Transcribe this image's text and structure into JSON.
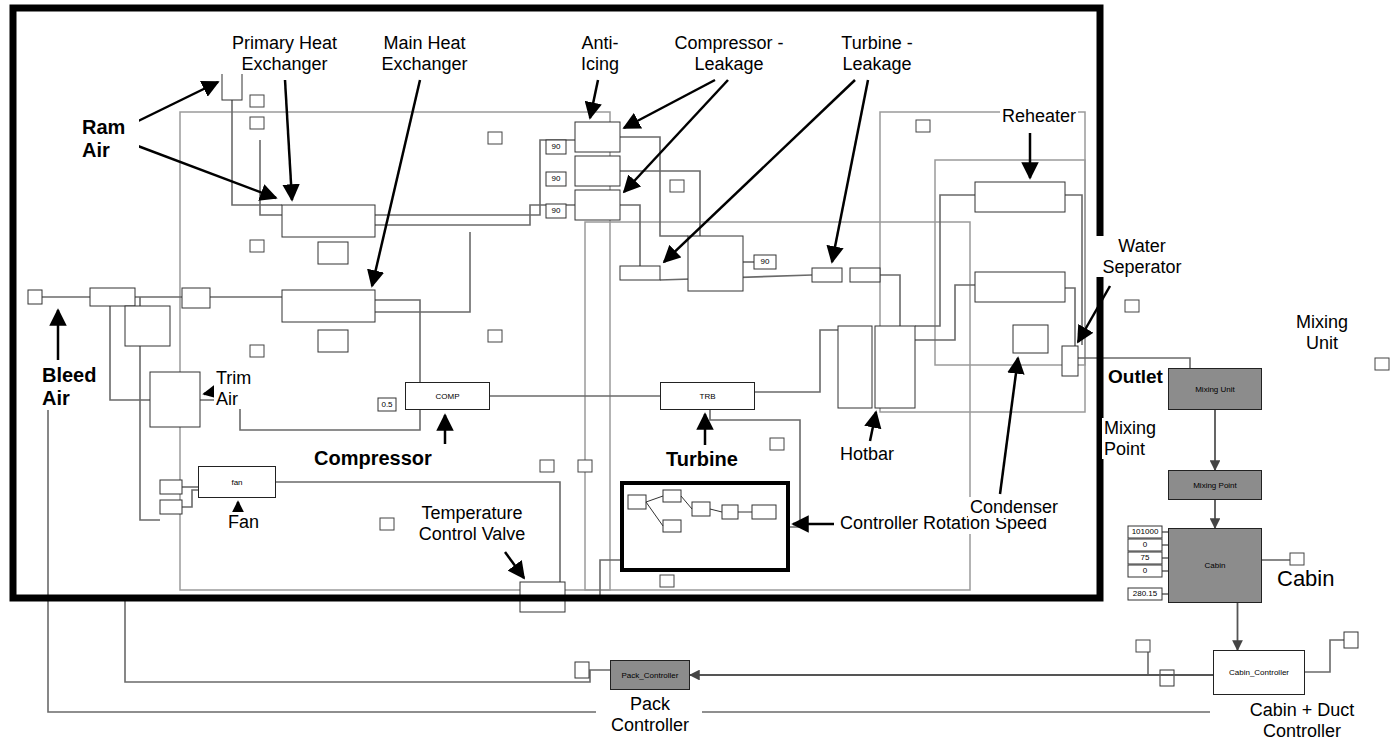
{
  "diagram": {
    "nodes": [
      {
        "text": [
          "COMP"
        ]
      },
      {
        "text": [
          "TRB"
        ]
      },
      {
        "text": [
          "fan"
        ]
      },
      {
        "text": [
          "Mixing Unit"
        ]
      },
      {
        "text": [
          "Mixing Point"
        ]
      },
      {
        "text": [
          "Cabin"
        ]
      },
      {
        "text": [
          "Pack_Controller"
        ]
      },
      {
        "text": [
          "Cabin_Controller"
        ]
      }
    ],
    "edges": [
      {
        "from": 3,
        "to": 4,
        "arrow": "to"
      },
      {
        "from": 4,
        "to": 5,
        "arrow": "to"
      },
      {
        "from": 5,
        "to": 7,
        "arrow": "to"
      },
      {
        "from": 7,
        "to": 6,
        "arrow": "to"
      }
    ],
    "labels": [
      "Primary Heat Exchanger",
      "Main Heat Exchanger",
      "Anti-Icing",
      "Compressor - Leakage",
      "Turbine - Leakage",
      "Reheater",
      "Ram Air",
      "Water Seperator",
      "Mixing Unit",
      "Outlet",
      "Bleed Air",
      "Trim Air",
      "Compressor",
      "Turbine",
      "Temperature Control Valve",
      "Controller Rotation Speed",
      "Fan",
      "Hotbar",
      "Condenser",
      "Mixing Point",
      "Cabin",
      "Pack Controller",
      "Cabin + Duct Controller",
      "0.5",
      "101000",
      "0",
      "75",
      "0",
      "280.15",
      "90",
      "90",
      "90",
      "90"
    ]
  }
}
